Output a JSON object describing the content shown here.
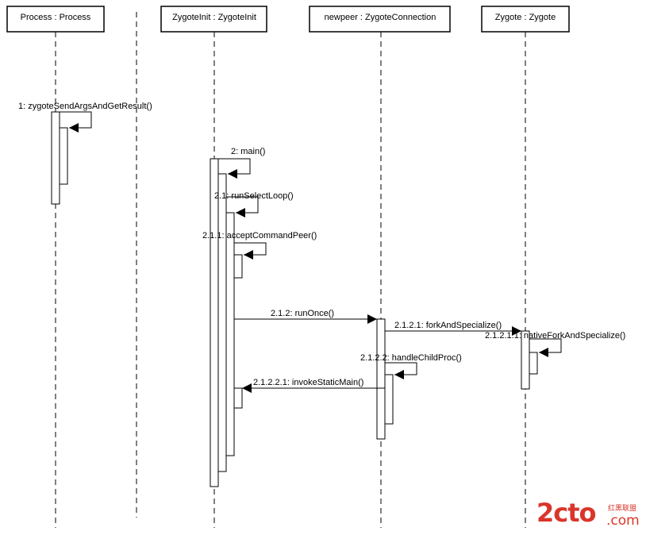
{
  "lifelines": [
    {
      "label": "Process : Process"
    },
    {
      "label": "ZygoteInit : ZygoteInit"
    },
    {
      "label": "newpeer : ZygoteConnection"
    },
    {
      "label": "Zygote : Zygote"
    }
  ],
  "messages": [
    {
      "label": "1: zygoteSendArgsAndGetResult()"
    },
    {
      "label": "2: main()"
    },
    {
      "label": "2.1: runSelectLoop()"
    },
    {
      "label": "2.1.1: acceptCommandPeer()"
    },
    {
      "label": "2.1.2: runOnce()"
    },
    {
      "label": "2.1.2.1: forkAndSpecialize()"
    },
    {
      "label": "2.1.2.1.1: nativeForkAndSpecialize()"
    },
    {
      "label": "2.1.2.2: handleChildProc()"
    },
    {
      "label": "2.1.2.2.1: invokeStaticMain()"
    }
  ],
  "watermark": {
    "main": "2cto",
    "cn": "红黑联盟",
    "com": ".com",
    "color": "#d9362b"
  }
}
